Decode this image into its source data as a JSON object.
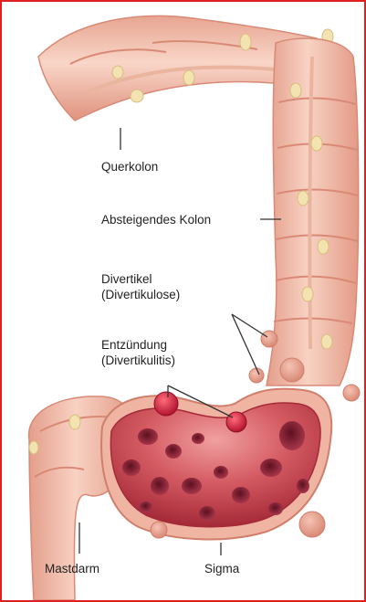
{
  "labels": {
    "querkolon": "Querkolon",
    "absteigendes_kolon": "Absteigendes Kolon",
    "divertikel_line1": "Divertikel",
    "divertikel_line2": "(Divertikulose)",
    "entzuendung_line1": "Entzündung",
    "entzuendung_line2": "(Divertikulitis)",
    "mastdarm": "Mastdarm",
    "sigma": "Sigma"
  },
  "colors": {
    "frame_border": "#e02020",
    "colon_outer": "#f1b7a4",
    "colon_inner": "#f6cdbd",
    "colon_shadow": "#dc8f7c",
    "fat_tags": "#f3e3b0",
    "mucosa": "#c9434f",
    "mucosa_light": "#e57a7a",
    "pocket": "#7c1f2d",
    "leader_line": "#333333"
  }
}
